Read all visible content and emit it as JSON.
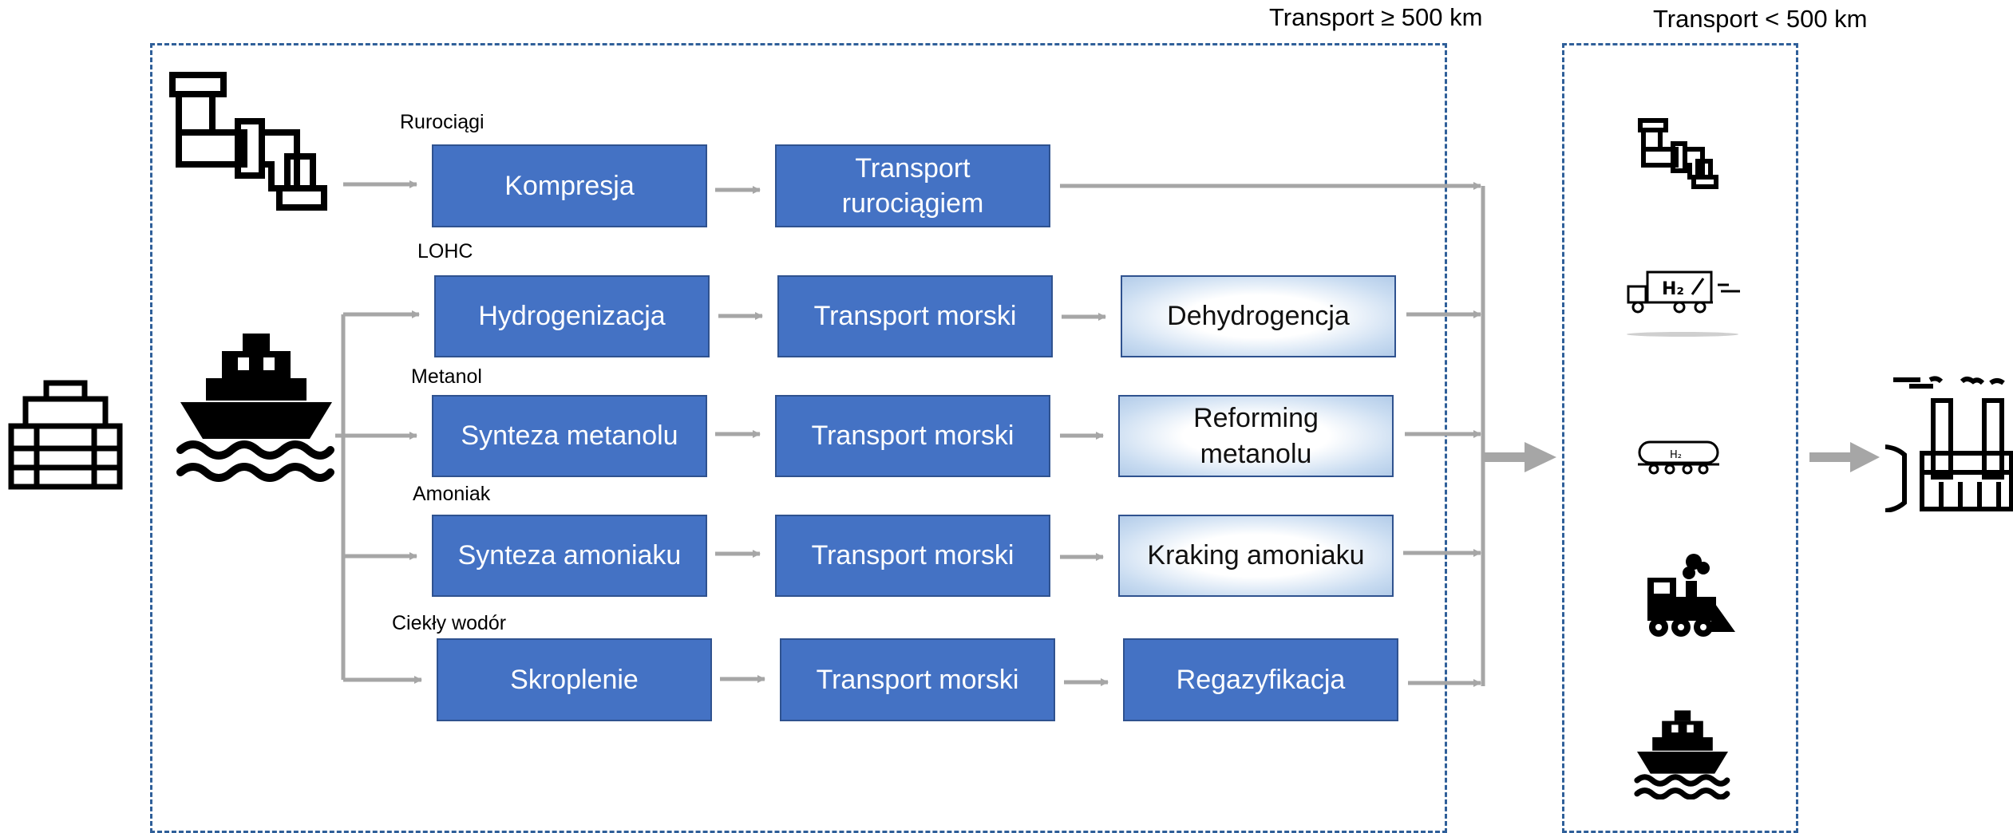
{
  "regions": {
    "long_distance": "Transport ≥ 500 km",
    "short_distance": "Transport < 500 km"
  },
  "routes": [
    {
      "label": "Rurociągi",
      "steps": [
        "Kompresja",
        "Transport\nrurociągiem"
      ]
    },
    {
      "label": "LOHC",
      "steps": [
        "Hydrogenizacja",
        "Transport morski",
        "Dehydrogencja"
      ]
    },
    {
      "label": "Metanol",
      "steps": [
        "Synteza metanolu",
        "Transport morski",
        "Reforming\nmetanolu"
      ]
    },
    {
      "label": "Amoniak",
      "steps": [
        "Synteza amoniaku",
        "Transport morski",
        "Kraking amoniaku"
      ]
    },
    {
      "label": "Ciekły wodór",
      "steps": [
        "Skroplenie",
        "Transport morski",
        "Regazyfikacja"
      ]
    }
  ],
  "icons": {
    "source": "hydrogen-tank-icon",
    "pipeline": "pipeline-icon",
    "ship": "ship-icon",
    "destination": "factory-icon",
    "short_modes": [
      "pipeline-icon",
      "hydrogen-truck-icon",
      "tank-wagon-icon",
      "train-icon",
      "ship-icon"
    ],
    "h2_glyph": "H₂"
  },
  "colors": {
    "box_fill": "#4472c4",
    "box_border": "#2f528f",
    "frame": "#2f5f99",
    "arrow": "#a6a6a6"
  }
}
